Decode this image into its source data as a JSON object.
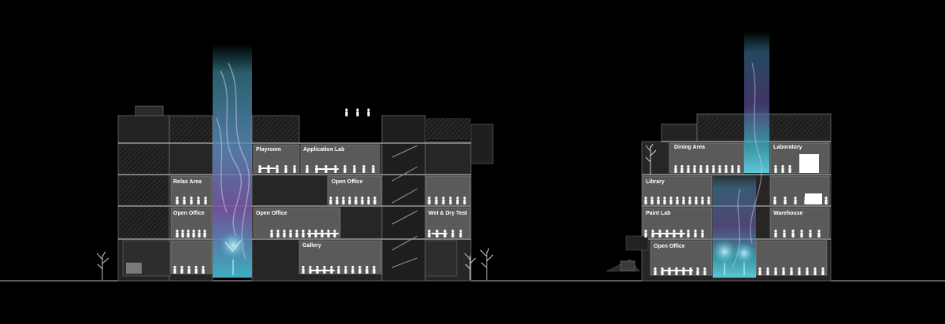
{
  "colors": {
    "background": "#000000",
    "room_fill": "#5a5a5a",
    "structure": "#2c2c2c",
    "outline": "#a8a8a8",
    "atrium_cyan": "#3fb7c9",
    "atrium_purple": "#7b5aa6",
    "figure": "#ffffff"
  },
  "sections": [
    {
      "rooms": [
        {
          "label": "Relax Area"
        },
        {
          "label": "Open Office"
        },
        {
          "label": "Playroom"
        },
        {
          "label": "Application Lab"
        },
        {
          "label": "Open Office"
        },
        {
          "label": "Open Office"
        },
        {
          "label": "Gallery"
        },
        {
          "label": "Wet & Dry Test"
        }
      ]
    },
    {
      "rooms": [
        {
          "label": "Dining Area"
        },
        {
          "label": "Laboratory"
        },
        {
          "label": "Library"
        },
        {
          "label": "Paint Lab"
        },
        {
          "label": "Warehouse"
        },
        {
          "label": "Open Office"
        }
      ]
    }
  ]
}
